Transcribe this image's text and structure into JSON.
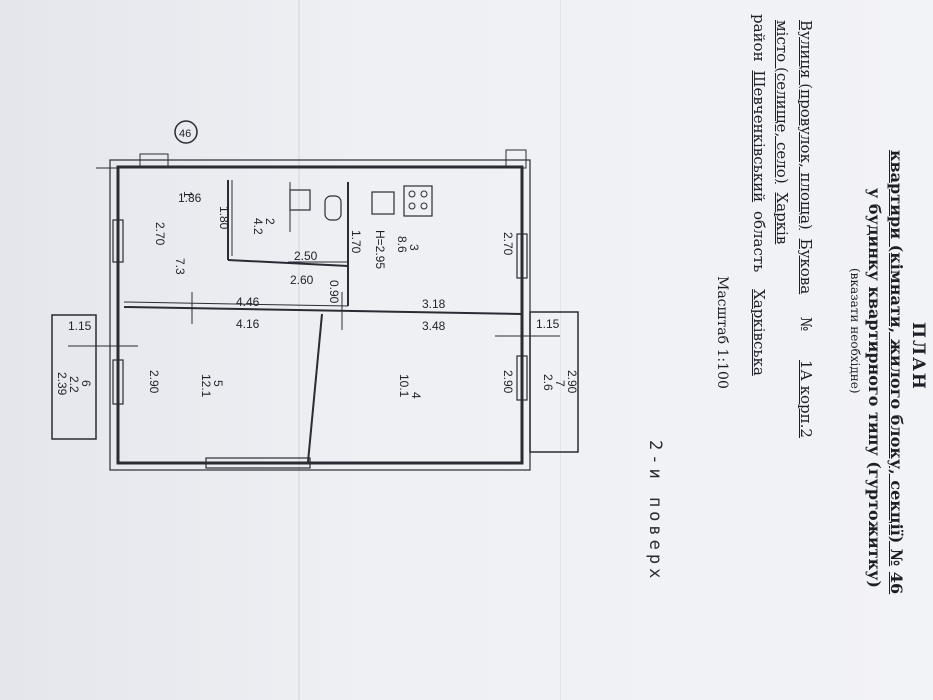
{
  "header": {
    "title": "ПЛАН",
    "line1_prefix": "квартири (кімнати, жилого блоку, секції) №",
    "apartment_number": "46",
    "line2": "у будинку квартирного типу (гуртожитку)",
    "line3": "(вказати необхідне)"
  },
  "address": {
    "street_label": "Вулиця (провулок, площа)",
    "street_value": "Букова",
    "number_label": "№",
    "number_value": "1А корп.2",
    "city_label": "місто (селище, село)",
    "city_value": "Харків",
    "district_value": "Шевченківський",
    "district_label": "район",
    "oblast_label": "область",
    "oblast_value": "Харківська"
  },
  "scale": "Масштаб 1:100",
  "floor_note": "2-и поверх",
  "plan": {
    "apartment_marker": "46",
    "rooms": [
      {
        "number": "1",
        "area": "7.3"
      },
      {
        "number": "2",
        "area": "4.2"
      },
      {
        "number": "3",
        "area": "8.6",
        "height": "H=2.95"
      },
      {
        "number": "4",
        "area": "10.1"
      },
      {
        "number": "5",
        "area": "12.1"
      },
      {
        "number": "6",
        "area": "2.2",
        "extra": "2.39"
      },
      {
        "number": "7",
        "area": "2.6",
        "extra": "2.90"
      }
    ],
    "dimensions": [
      "1.86",
      "1.80",
      "2.70",
      "2.50",
      "2.60",
      "1.70",
      "0.90",
      "2.70",
      "4.46",
      "3.18",
      "4.16",
      "3.48",
      "1.15",
      "1.15",
      "2.90",
      "2.90"
    ]
  }
}
